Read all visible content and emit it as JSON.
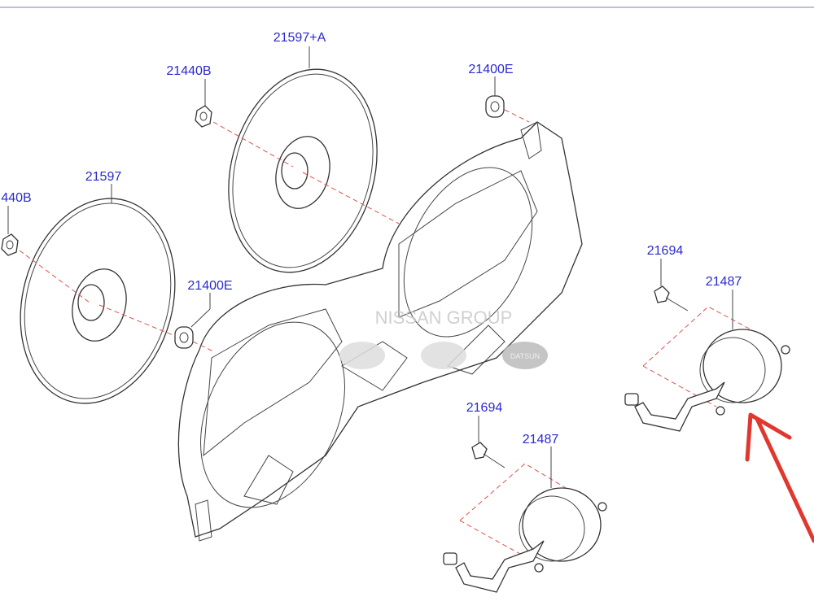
{
  "diagram": {
    "labels": {
      "fan_upper": "21597+A",
      "nut_upper": "21440B",
      "bush_upper": "21400E",
      "fan_lower": "21597",
      "nut_lower": "440B",
      "bush_lower": "21400E",
      "bolt_right": "21694",
      "motor_right": "21487",
      "bolt_bottom": "21694",
      "motor_bottom": "21487"
    },
    "watermark": {
      "text": "NISSAN GROUP",
      "badge": "DATSUN"
    },
    "colors": {
      "label": "#2a2ad0",
      "leader": "#e05050",
      "arrow": "#e0382e"
    }
  }
}
